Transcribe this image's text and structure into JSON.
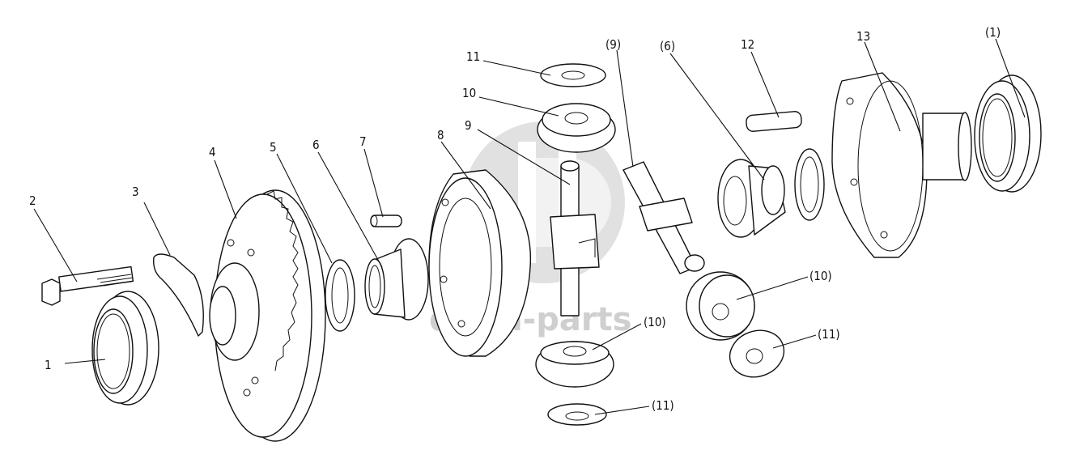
{
  "watermark": {
    "text": "delta-parts",
    "color": "#c9c9c9"
  },
  "callouts": [
    {
      "id": "c1",
      "text": "1"
    },
    {
      "id": "c2",
      "text": "2"
    },
    {
      "id": "c3",
      "text": "3"
    },
    {
      "id": "c4",
      "text": "4"
    },
    {
      "id": "c5",
      "text": "5"
    },
    {
      "id": "c6",
      "text": "6"
    },
    {
      "id": "c7",
      "text": "7"
    },
    {
      "id": "c8",
      "text": "8"
    },
    {
      "id": "c9",
      "text": "9"
    },
    {
      "id": "c10",
      "text": "10"
    },
    {
      "id": "c11",
      "text": "11"
    },
    {
      "id": "c9b",
      "text": "(9)"
    },
    {
      "id": "c6b",
      "text": "(6)"
    },
    {
      "id": "c12",
      "text": "12"
    },
    {
      "id": "c13",
      "text": "13"
    },
    {
      "id": "c1b",
      "text": "(1)"
    },
    {
      "id": "c10b",
      "text": "(10)"
    },
    {
      "id": "c11b",
      "text": "(11)"
    },
    {
      "id": "c10c",
      "text": "(10)"
    },
    {
      "id": "c11c",
      "text": "(11)"
    }
  ]
}
